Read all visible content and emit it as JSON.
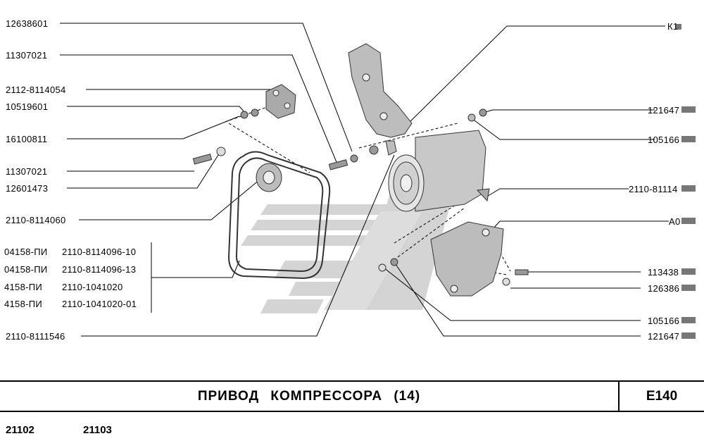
{
  "title": "ПРИВОД  КОМПРЕССОРА (14)",
  "code": "E140",
  "models": [
    "21102",
    "21103"
  ],
  "left_labels": [
    "12638601",
    "11307021",
    "2112-8114054",
    "10519601",
    "16100811",
    "11307021",
    "12601473",
    "2110-8114060",
    "2110-8111546"
  ],
  "belt_table": [
    {
      "a": "04158-ПИ",
      "b": "2110-8114096-10"
    },
    {
      "a": "04158-ПИ",
      "b": "2110-8114096-13"
    },
    {
      "a": "4158-ПИ",
      "b": "2110-1041020"
    },
    {
      "a": "4158-ПИ",
      "b": "2110-1041020-01"
    }
  ],
  "right_labels": [
    "К1",
    "121647",
    "105166",
    "2110-81114",
    "А0",
    "113438",
    "126386",
    "105166",
    "121647"
  ],
  "colors": {
    "line": "#000000",
    "watermark": "#c9c9c9",
    "part": "#6a6a6a"
  }
}
